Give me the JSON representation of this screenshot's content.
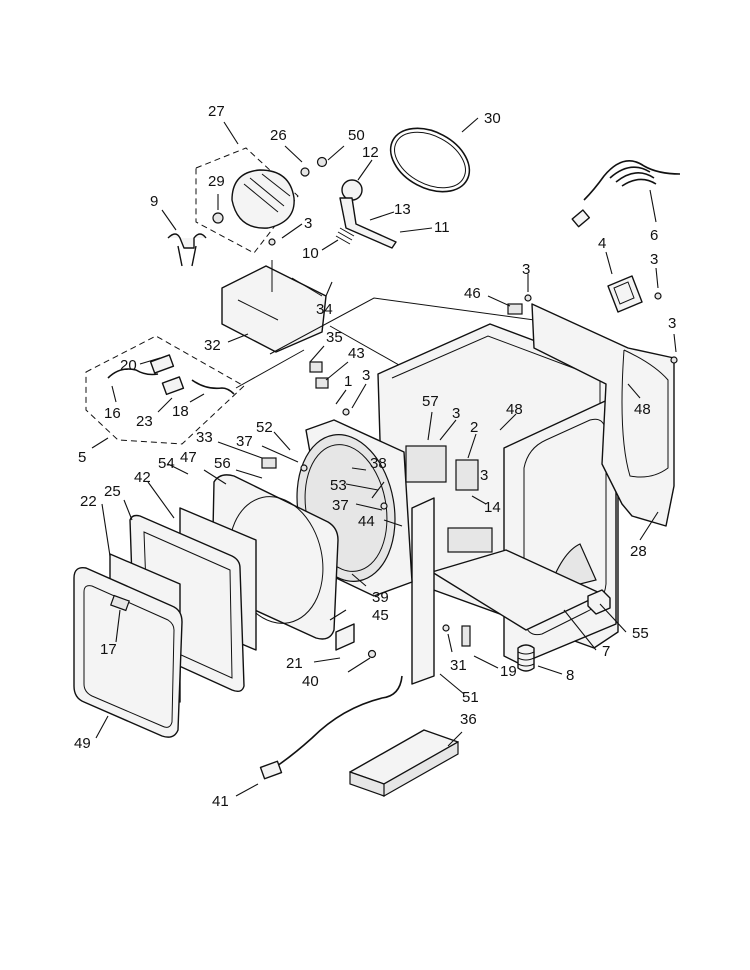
{
  "callouts": [
    {
      "id": "c27",
      "text": "27"
    },
    {
      "id": "c26",
      "text": "26"
    },
    {
      "id": "c50",
      "text": "50"
    },
    {
      "id": "c30",
      "text": "30"
    },
    {
      "id": "c12",
      "text": "12"
    },
    {
      "id": "c29",
      "text": "29"
    },
    {
      "id": "c9",
      "text": "9"
    },
    {
      "id": "c13",
      "text": "13"
    },
    {
      "id": "c3a",
      "text": "3"
    },
    {
      "id": "c11",
      "text": "11"
    },
    {
      "id": "c10",
      "text": "10"
    },
    {
      "id": "c6",
      "text": "6"
    },
    {
      "id": "c4",
      "text": "4"
    },
    {
      "id": "c3b",
      "text": "3"
    },
    {
      "id": "c3c",
      "text": "3"
    },
    {
      "id": "c46",
      "text": "46"
    },
    {
      "id": "c34",
      "text": "34"
    },
    {
      "id": "c3d",
      "text": "3"
    },
    {
      "id": "c32",
      "text": "32"
    },
    {
      "id": "c35",
      "text": "35"
    },
    {
      "id": "c43",
      "text": "43"
    },
    {
      "id": "c20",
      "text": "20"
    },
    {
      "id": "c1",
      "text": "1"
    },
    {
      "id": "c3e",
      "text": "3"
    },
    {
      "id": "c16",
      "text": "16"
    },
    {
      "id": "c18",
      "text": "18"
    },
    {
      "id": "c23",
      "text": "23"
    },
    {
      "id": "c48a",
      "text": "48"
    },
    {
      "id": "c48b",
      "text": "48"
    },
    {
      "id": "c57",
      "text": "57"
    },
    {
      "id": "c3f",
      "text": "3"
    },
    {
      "id": "c2",
      "text": "2"
    },
    {
      "id": "c5",
      "text": "5"
    },
    {
      "id": "c33",
      "text": "33"
    },
    {
      "id": "c52",
      "text": "52"
    },
    {
      "id": "c37a",
      "text": "37"
    },
    {
      "id": "c54",
      "text": "54"
    },
    {
      "id": "c47",
      "text": "47"
    },
    {
      "id": "c56",
      "text": "56"
    },
    {
      "id": "c38",
      "text": "38"
    },
    {
      "id": "c3g",
      "text": "3"
    },
    {
      "id": "c42",
      "text": "42"
    },
    {
      "id": "c53",
      "text": "53"
    },
    {
      "id": "c22",
      "text": "22"
    },
    {
      "id": "c25",
      "text": "25"
    },
    {
      "id": "c37b",
      "text": "37"
    },
    {
      "id": "c14",
      "text": "14"
    },
    {
      "id": "c44",
      "text": "44"
    },
    {
      "id": "c28",
      "text": "28"
    },
    {
      "id": "c39",
      "text": "39"
    },
    {
      "id": "c45",
      "text": "45"
    },
    {
      "id": "c55",
      "text": "55"
    },
    {
      "id": "c17",
      "text": "17"
    },
    {
      "id": "c7",
      "text": "7"
    },
    {
      "id": "c21",
      "text": "21"
    },
    {
      "id": "c31",
      "text": "31"
    },
    {
      "id": "c19",
      "text": "19"
    },
    {
      "id": "c8",
      "text": "8"
    },
    {
      "id": "c40",
      "text": "40"
    },
    {
      "id": "c51",
      "text": "51"
    },
    {
      "id": "c36",
      "text": "36"
    },
    {
      "id": "c49",
      "text": "49"
    },
    {
      "id": "c41",
      "text": "41"
    }
  ]
}
